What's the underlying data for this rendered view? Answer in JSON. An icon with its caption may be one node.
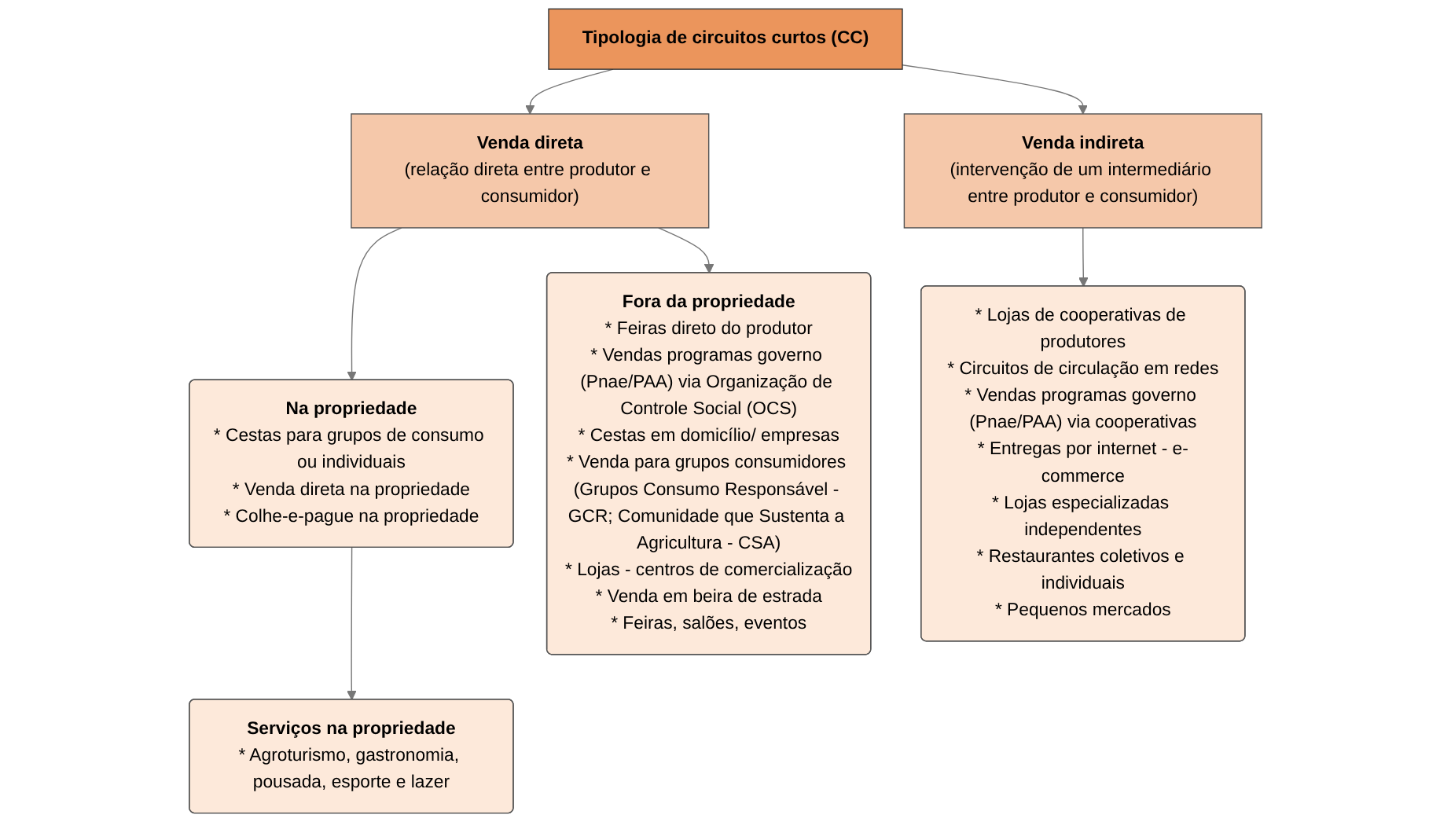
{
  "diagram": {
    "nodes": [
      {
        "text": [
          "Tipologia de circuitos curtos (CC)"
        ]
      },
      {
        "text": [
          "Venda direta",
          "(relação direta entre produtor e consumidor)"
        ]
      },
      {
        "text": [
          "Venda indireta",
          "(intervenção de um intermediário entre produtor e consumidor)"
        ]
      },
      {
        "text": [
          "Na propriedade",
          "* Cestas para grupos de consumo ou individuais",
          "* Venda direta na propriedade",
          "* Colhe-e-pague na propriedade"
        ]
      },
      {
        "text": [
          "Fora da propriedade",
          "* Feiras direto do produtor",
          "* Vendas programas governo (Pnae/PAA) via Organização de Controle Social (OCS)",
          "* Cestas em domicílio/ empresas",
          "* Venda para grupos consumidores (Grupos Consumo Responsável - GCR; Comunidade que Sustenta a Agricultura - CSA)",
          "* Lojas - centros de comercialização",
          "* Venda em beira de estrada",
          "* Feiras, salões, eventos"
        ]
      },
      {
        "text": [
          "* Lojas de cooperativas de produtores",
          "* Circuitos de circulação em redes",
          "* Vendas programas governo (Pnae/PAA) via cooperativas",
          "* Entregas por internet - e-commerce",
          "* Lojas especializadas independentes",
          "* Restaurantes coletivos e individuais",
          "* Pequenos mercados"
        ]
      },
      {
        "text": [
          "Serviços na propriedade",
          "* Agroturismo, gastronomia, pousada, esporte e lazer"
        ]
      }
    ],
    "edges": [
      {
        "from": 0,
        "to": 1,
        "arrow": "to"
      },
      {
        "from": 0,
        "to": 2,
        "arrow": "to"
      },
      {
        "from": 1,
        "to": 3,
        "arrow": "to"
      },
      {
        "from": 1,
        "to": 4,
        "arrow": "to"
      },
      {
        "from": 2,
        "to": 5,
        "arrow": "to"
      },
      {
        "from": 3,
        "to": 6,
        "arrow": "to"
      }
    ]
  }
}
